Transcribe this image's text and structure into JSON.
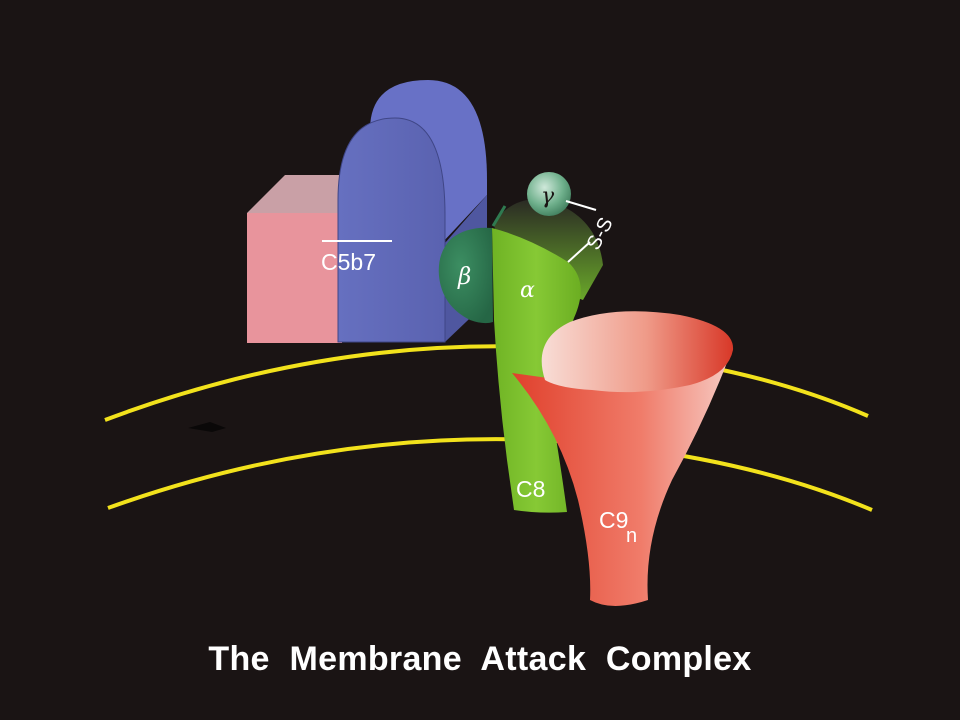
{
  "title": "The Membrane Attack Complex",
  "labels": {
    "c5b7": "C5b7",
    "beta": "β",
    "alpha": "α",
    "gamma": "γ",
    "disulfide": "S-S",
    "c8": "C8",
    "c9": "C9",
    "c9_subscript": "n"
  },
  "colors": {
    "background": "#1a1414",
    "membrane": "#f2e21c",
    "c5_pink": "#e8949c",
    "c5b7_blue": "#6f78c4",
    "c8_green": "#7ec12e",
    "beta_green": "#2f7a50",
    "gamma_green": "#6fb08c",
    "c9_red": "#e24632"
  }
}
